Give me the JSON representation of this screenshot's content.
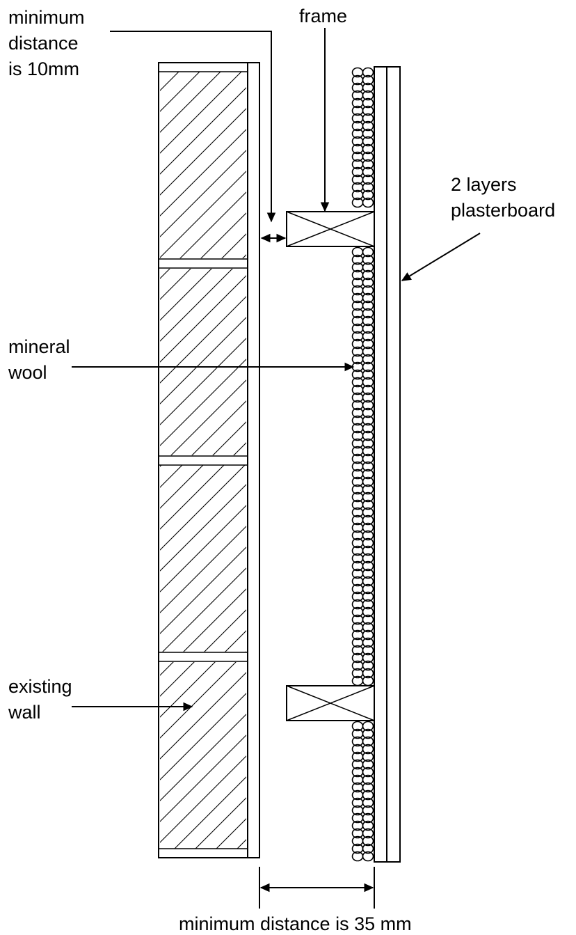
{
  "labels": {
    "min_10": [
      "minimum",
      "distance",
      "is 10mm"
    ],
    "frame": [
      "frame"
    ],
    "plasterboard": [
      "2 layers",
      "plasterboard"
    ],
    "mineral_wool": [
      "mineral",
      "wool"
    ],
    "existing_wall": [
      "existing",
      "wall"
    ],
    "min_35": [
      "minimum distance is 35 mm"
    ]
  },
  "colors": {
    "ink": "#000000",
    "background": "#ffffff"
  }
}
